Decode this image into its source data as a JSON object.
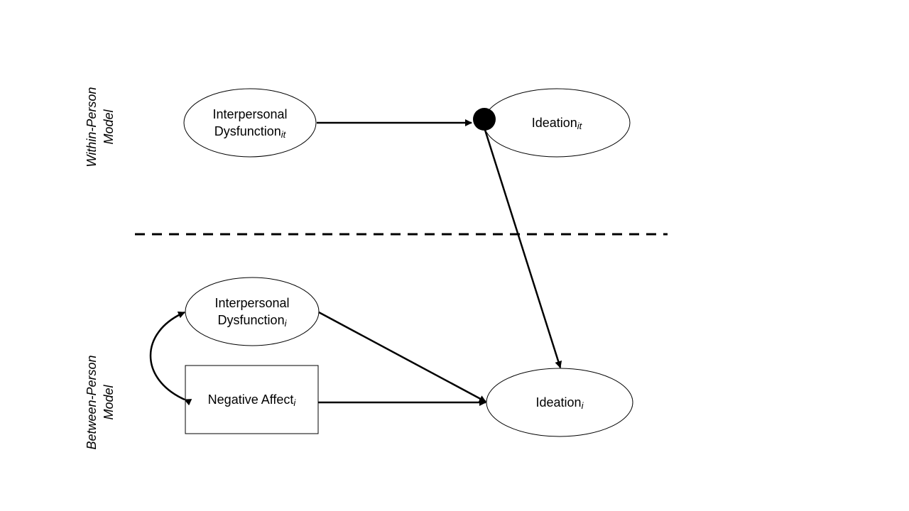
{
  "sections": {
    "within": {
      "line1": "Within-Person",
      "line2": "Model"
    },
    "between": {
      "line1": "Between-Person",
      "line2": "Model"
    }
  },
  "nodes": {
    "within_dysfunction": {
      "line1": "Interpersonal",
      "base": "Dysfunction",
      "sub": "it"
    },
    "within_ideation": {
      "base": "Ideation",
      "sub": "it"
    },
    "between_dysfunction": {
      "line1": "Interpersonal",
      "base": "Dysfunction",
      "sub": "i"
    },
    "negative_affect": {
      "base": "Negative Affect",
      "sub": "i"
    },
    "between_ideation": {
      "base": "Ideation",
      "sub": "i"
    }
  },
  "colors": {
    "stroke": "#000000",
    "fill": "#ffffff",
    "dot": "#000000"
  }
}
